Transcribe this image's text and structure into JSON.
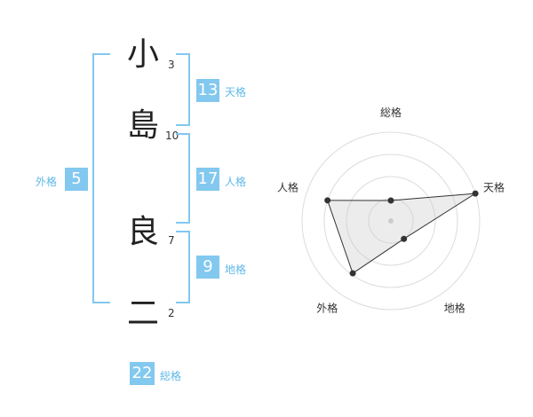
{
  "name": {
    "chars": [
      {
        "char": "小",
        "strokes": "3"
      },
      {
        "char": "島",
        "strokes": "10"
      },
      {
        "char": "良",
        "strokes": "7"
      },
      {
        "char": "二",
        "strokes": "2"
      }
    ]
  },
  "kakusu": {
    "tenkaku": {
      "value": "13",
      "label": "天格"
    },
    "jinkaku": {
      "value": "17",
      "label": "人格"
    },
    "chikaku": {
      "value": "9",
      "label": "地格"
    },
    "gaikaku": {
      "value": "5",
      "label": "外格"
    },
    "soukaku": {
      "value": "22",
      "label": "総格"
    }
  },
  "colors": {
    "accent": "#82c8ef",
    "label": "#5fb8e8"
  },
  "chart_data": {
    "type": "radar",
    "axes": [
      "総格",
      "天格",
      "地格",
      "外格",
      "人格"
    ],
    "values": [
      0.23,
      1.0,
      0.25,
      0.73,
      0.75
    ],
    "rings": 4,
    "range": [
      0,
      1
    ]
  }
}
